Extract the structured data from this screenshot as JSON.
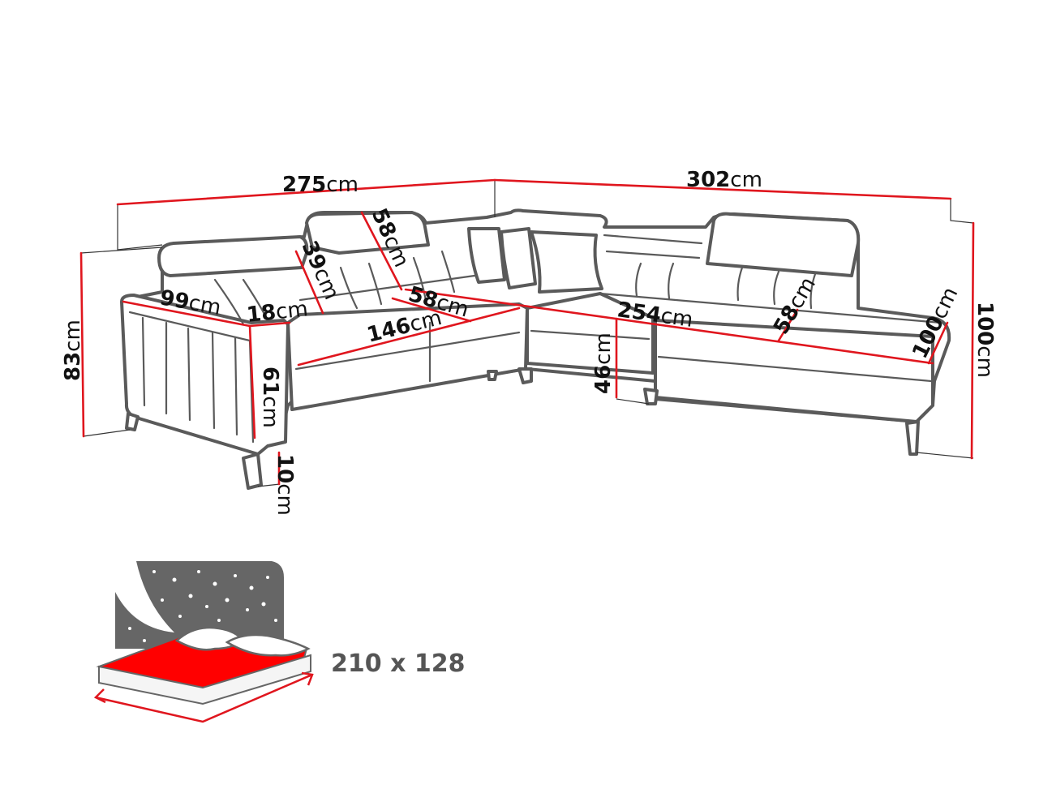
{
  "diagram": {
    "subject": "Corner sofa dimensions",
    "unit": "cm",
    "colors": {
      "dimension_line": "#e0161e",
      "outline": "#5a5a5a",
      "bed_sheet": "#ff0000",
      "night_panel": "#666666",
      "bed_text": "#555555"
    },
    "dimensions": {
      "left_width": {
        "value": "275",
        "unit": "cm"
      },
      "right_width": {
        "value": "302",
        "unit": "cm"
      },
      "headrest_height": {
        "value": "39",
        "unit": "cm"
      },
      "headrest_width": {
        "value": "58",
        "unit": "cm"
      },
      "seat_depth_left": {
        "value": "58",
        "unit": "cm"
      },
      "armrest_depth": {
        "value": "99",
        "unit": "cm"
      },
      "armrest_width": {
        "value": "18",
        "unit": "cm"
      },
      "seat_width_left": {
        "value": "146",
        "unit": "cm"
      },
      "seat_width_right": {
        "value": "254",
        "unit": "cm"
      },
      "seat_depth_right": {
        "value": "58",
        "unit": "cm"
      },
      "chaise_depth": {
        "value": "100",
        "unit": "cm"
      },
      "total_height_left": {
        "value": "83",
        "unit": "cm"
      },
      "total_height_right": {
        "value": "100",
        "unit": "cm"
      },
      "armrest_height": {
        "value": "61",
        "unit": "cm"
      },
      "seat_height": {
        "value": "46",
        "unit": "cm"
      },
      "leg_height": {
        "value": "10",
        "unit": "cm"
      }
    },
    "sleeping_area": {
      "icon": "bed-night-icon",
      "label": "210 x 128"
    }
  }
}
